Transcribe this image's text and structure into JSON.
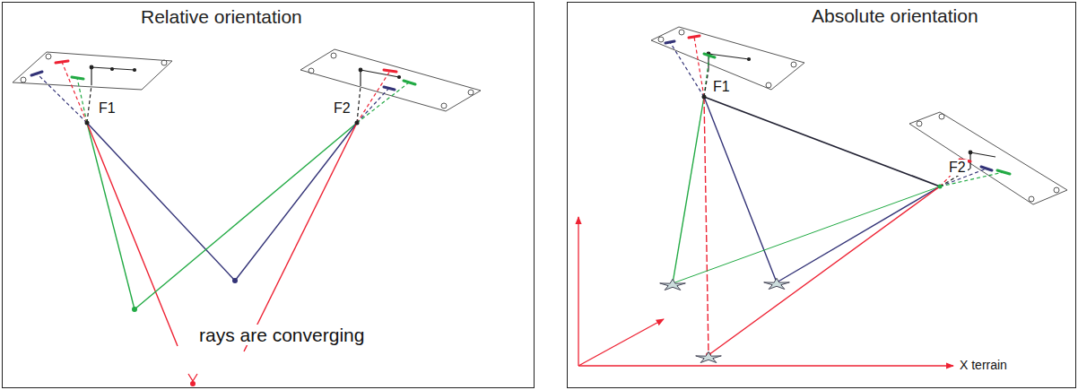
{
  "diagram": {
    "nodes": [
      {
        "text": [
          "Relative orientation"
        ]
      },
      {
        "text": [
          "Absolute orientation"
        ]
      }
    ],
    "labels": [
      "F1",
      "F2",
      "rays are converging",
      "F1",
      "F2",
      "X terrain"
    ]
  }
}
